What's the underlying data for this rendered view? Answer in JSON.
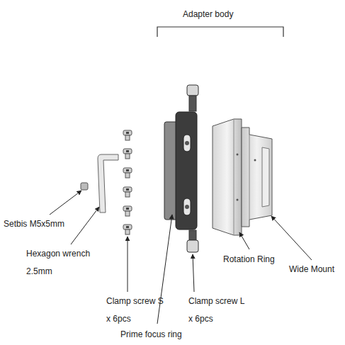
{
  "diagram": {
    "labels": [
      "Adapter body",
      "Setbis M5x5mm",
      "Hexagon wrench 2.5mm",
      "Clamp screw S x 6pcs",
      "Clamp screw L x 6pcs",
      "Prime focus ring",
      "Rotation Ring",
      "Wide Mount"
    ]
  }
}
